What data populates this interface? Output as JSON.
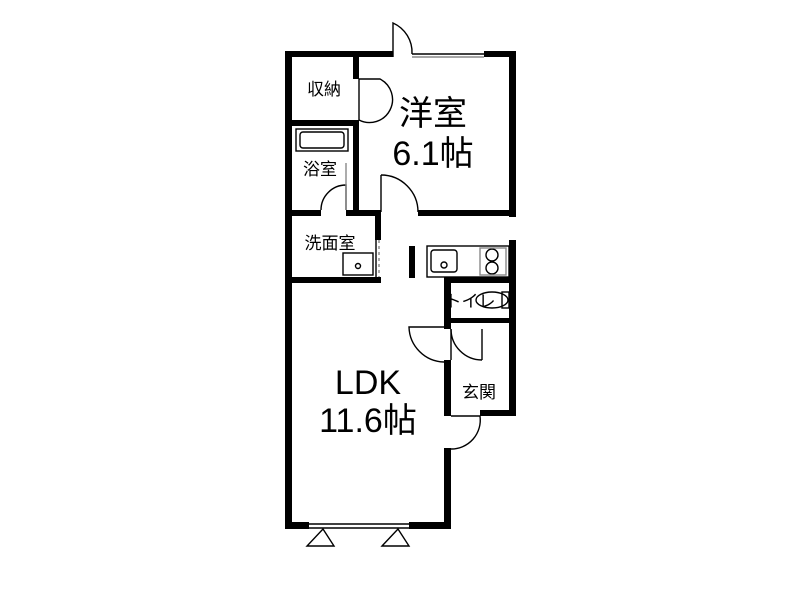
{
  "rooms": {
    "storage": "収納",
    "western_name": "洋室",
    "western_size": "6.1帖",
    "bath": "浴室",
    "washroom": "洗面室",
    "toilet": "トイレ",
    "entrance": "玄関",
    "ldk_name": "LDK",
    "ldk_size": "11.6帖"
  }
}
